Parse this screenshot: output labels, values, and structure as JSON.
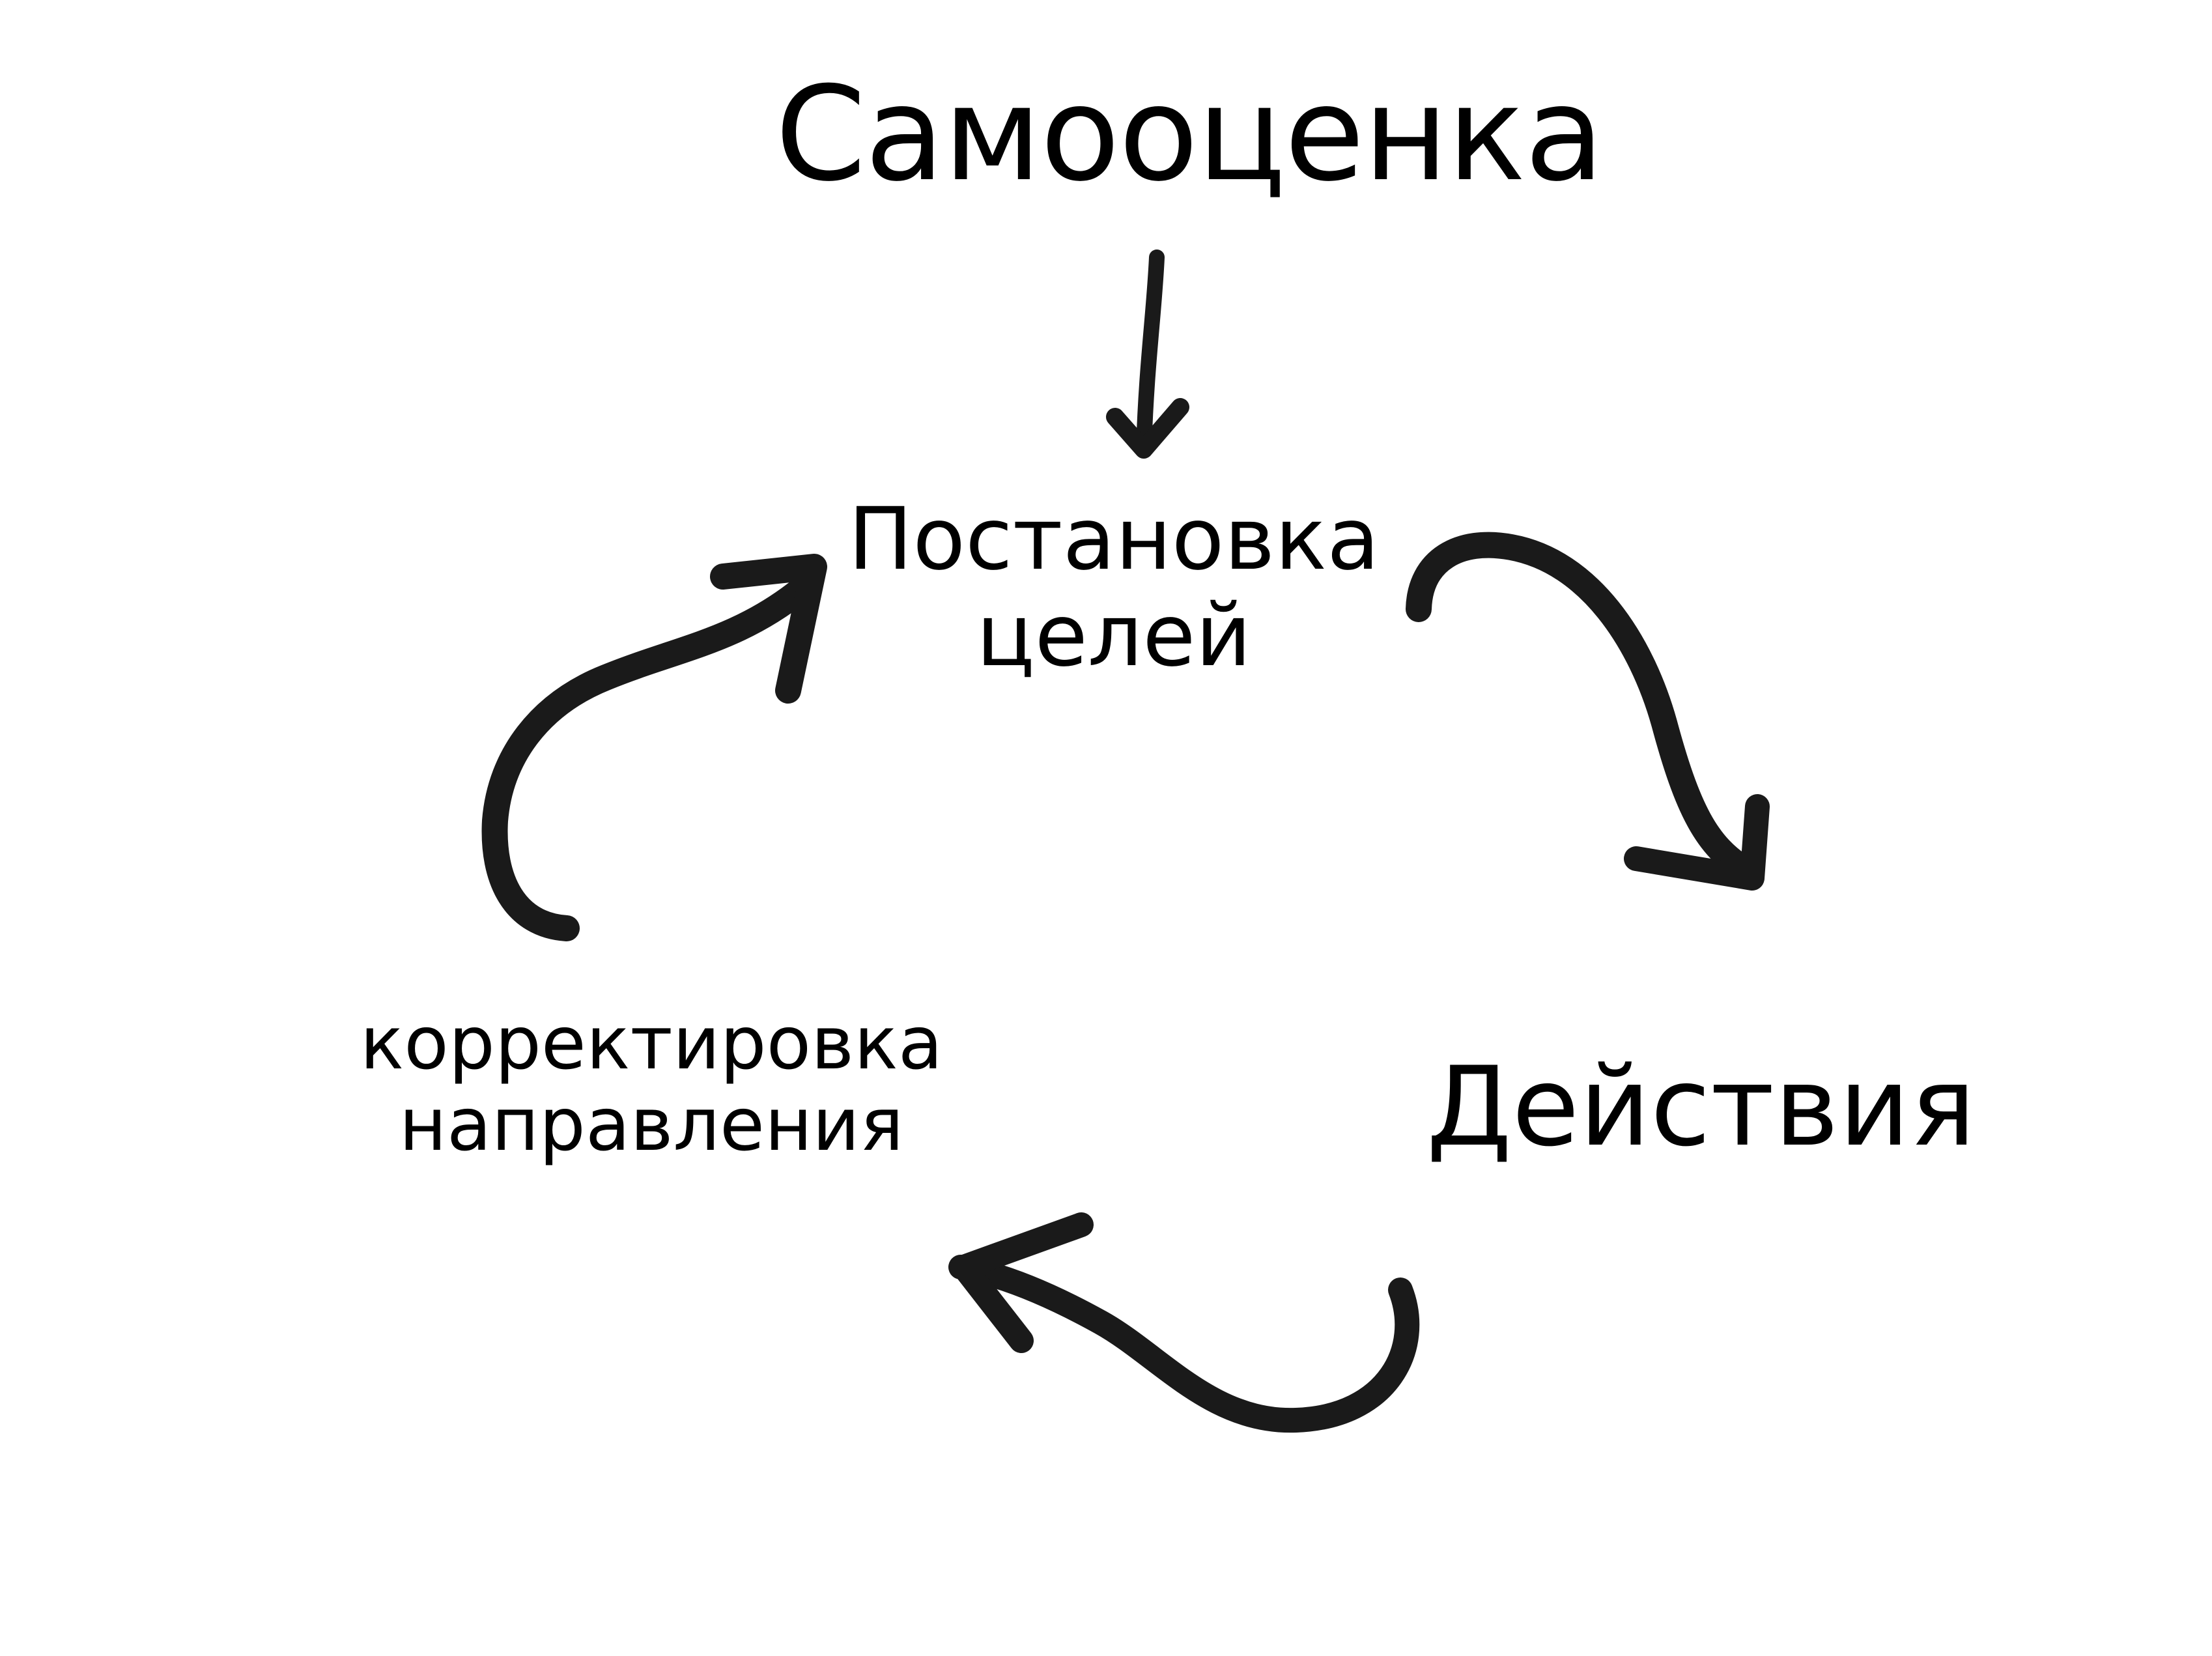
{
  "title": "Самооценка",
  "goal_setting": {
    "lines": [
      "Постановка",
      "целей"
    ]
  },
  "actions": "Действия",
  "correction": {
    "lines": [
      "корректировка",
      "направления"
    ]
  },
  "colors": {
    "background": "#ffffff",
    "ink": "#000000",
    "arrow": "#1a1a1a"
  },
  "arrows": [
    {
      "from": "Самооценка",
      "to": "Постановка целей",
      "style": "hand-drawn"
    },
    {
      "from": "Постановка целей",
      "to": "Действия",
      "style": "hand-drawn"
    },
    {
      "from": "Действия",
      "to": "корректировка направления",
      "style": "hand-drawn"
    },
    {
      "from": "корректировка направления",
      "to": "Постановка целей",
      "style": "hand-drawn"
    }
  ]
}
